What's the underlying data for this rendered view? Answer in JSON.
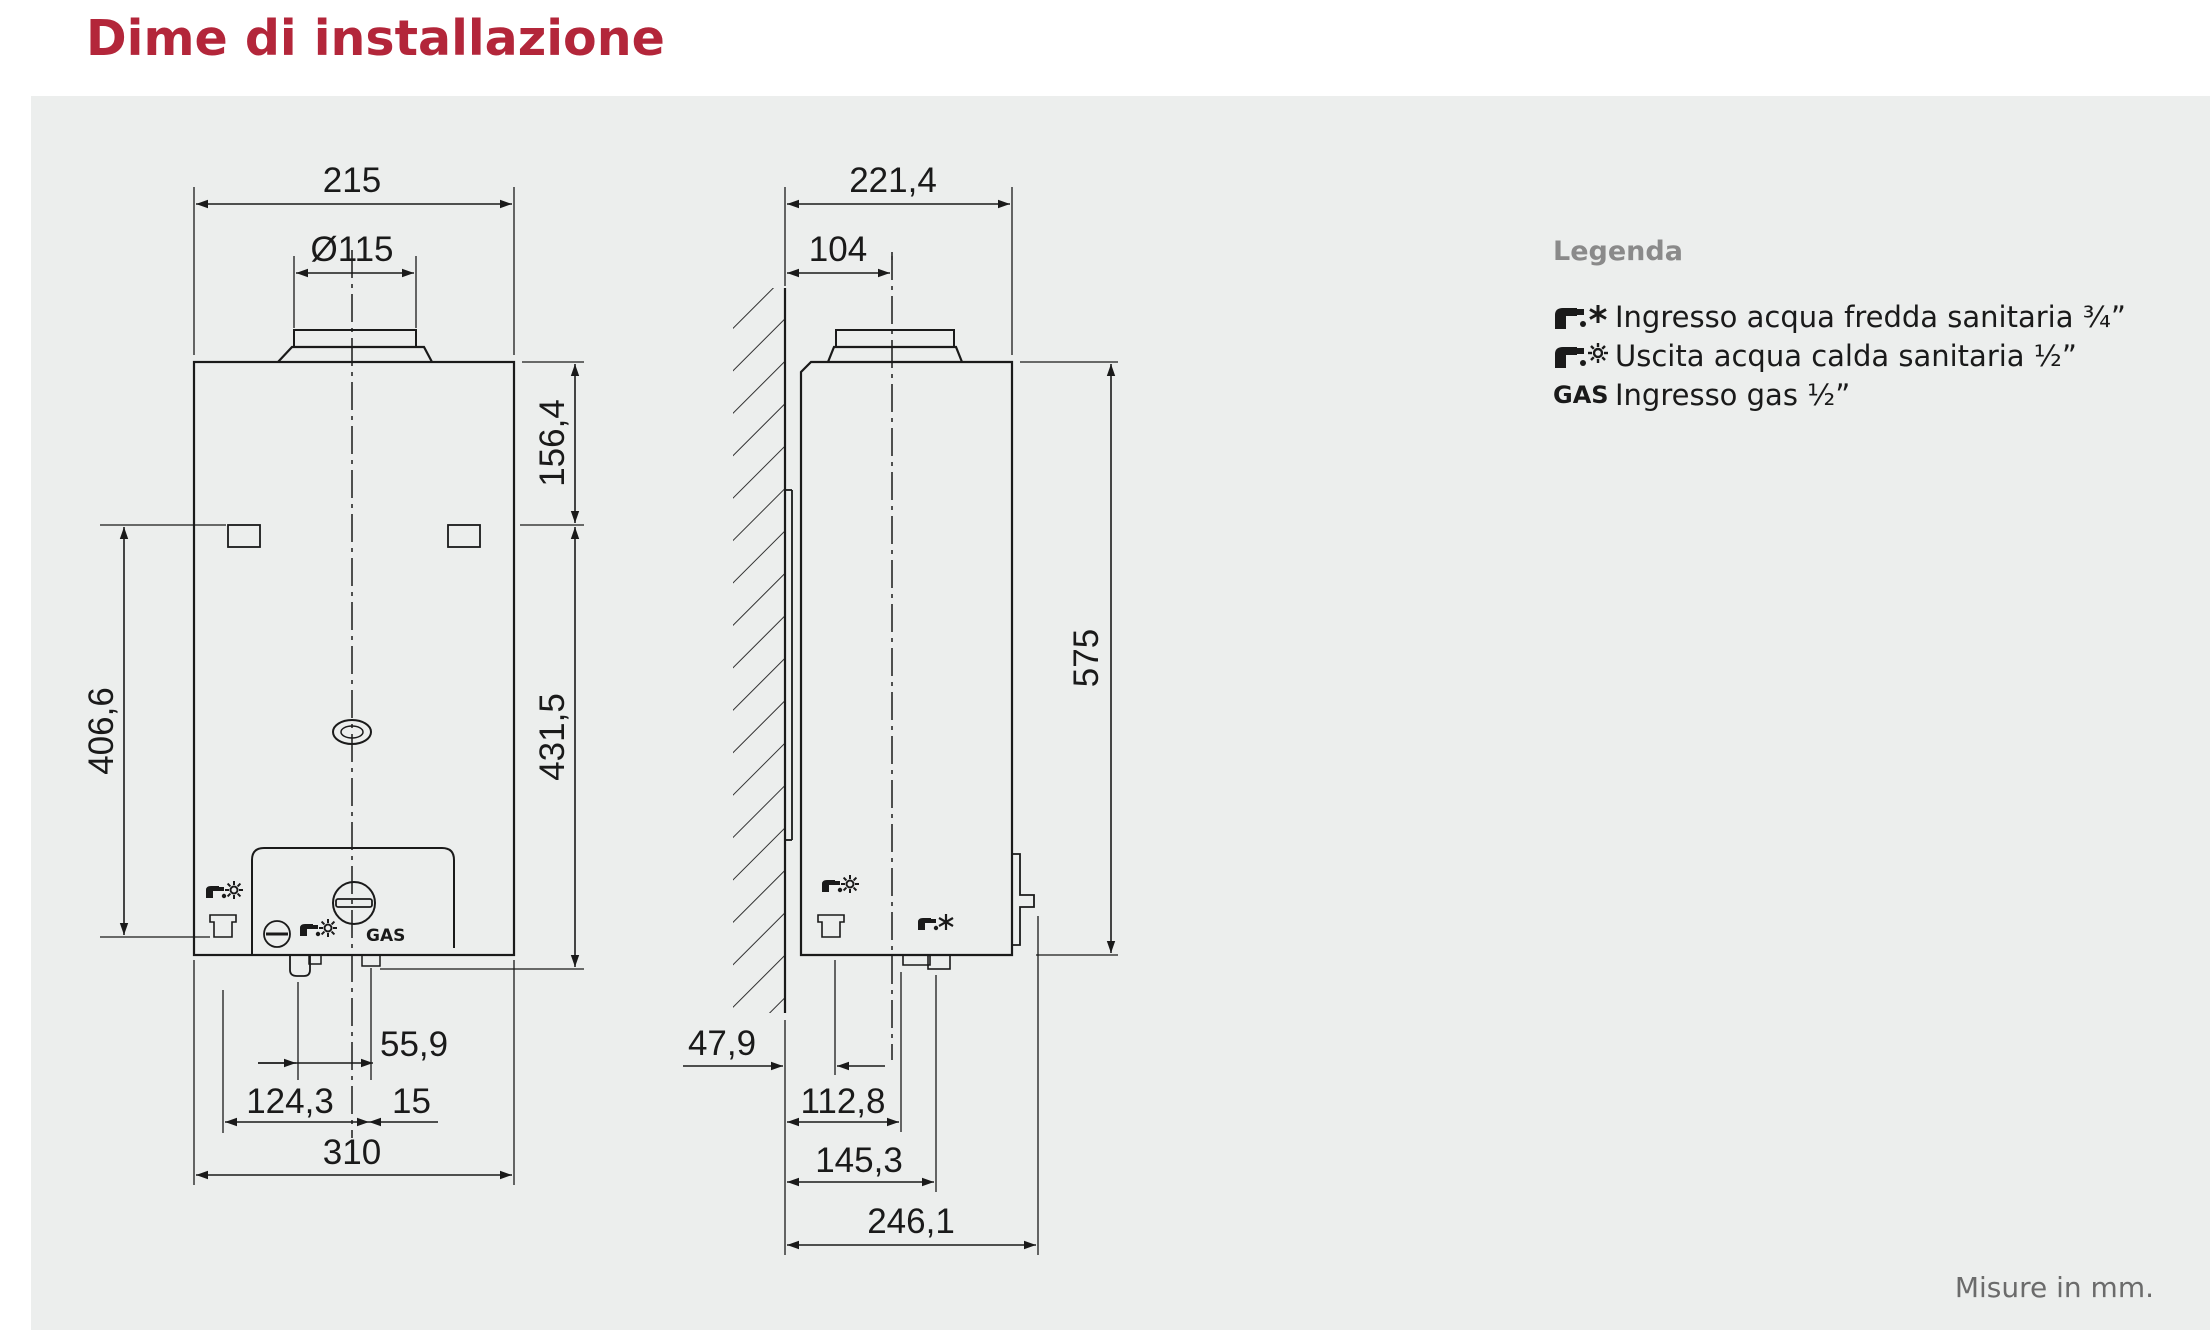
{
  "title": "Dime di installazione",
  "front_view": {
    "dimensions": {
      "width_top": "215",
      "flue_diameter": "Ø115",
      "top_to_brackets": "156,4",
      "bracket_to_bottom_left": "406,6",
      "bracket_to_bottom_right": "431,5",
      "gas_offset": "55,9",
      "cold_offset": "124,3",
      "hot_offset": "15",
      "width_bottom": "310"
    },
    "labels": {
      "gas": "GAS"
    }
  },
  "side_view": {
    "dimensions": {
      "depth_total": "221,4",
      "flue_offset": "104",
      "height": "575",
      "wall_gap": "47,9",
      "cold_depth": "112,8",
      "gas_depth": "145,3",
      "depth_bottom": "246,1"
    }
  },
  "legend": {
    "title": "Legenda",
    "items": [
      {
        "icon": "cold-water-tap-icon",
        "text": "Ingresso acqua fredda sanitaria ¾”"
      },
      {
        "icon": "hot-water-tap-icon",
        "text": "Uscita acqua calda sanitaria ½”"
      },
      {
        "icon": "gas-label",
        "symbol": "GAS",
        "text": "Ingresso gas ½”"
      }
    ]
  },
  "note": "Misure in mm.",
  "colors": {
    "title": "#b3263a",
    "panel": "#eceeed",
    "line": "#1a1a1a"
  }
}
